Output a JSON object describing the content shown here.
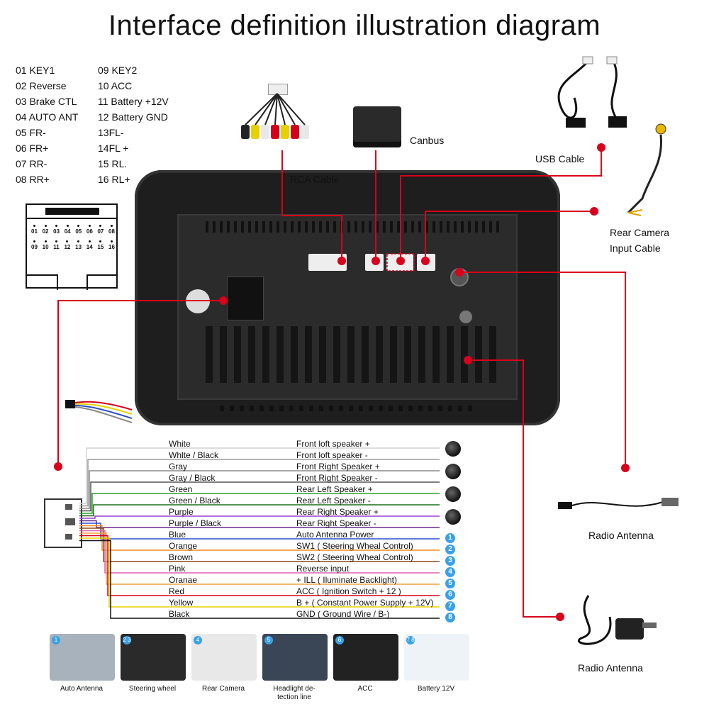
{
  "title": "Interface definition illustration diagram",
  "pin_list_left": [
    "01 KEY1",
    "02 Reverse",
    "03 Brake CTL",
    "04 AUTO ANT",
    "05 FR-",
    "06 FR+",
    "07 RR-",
    "08 RR+"
  ],
  "pin_list_right": [
    "09 KEY2",
    "10 ACC",
    "11 Battery +12V",
    "12 Battery GND",
    "13FL-",
    "14FL +",
    "15 RL.",
    "16 RL+"
  ],
  "connector_top_row": [
    "01",
    "02",
    "03",
    "04",
    "05",
    "06",
    "07",
    "08"
  ],
  "connector_bottom_row": [
    "09",
    "10",
    "11",
    "12",
    "13",
    "14",
    "15",
    "16"
  ],
  "callouts": {
    "rca": "RCA Cable",
    "canbus": "Canbus",
    "usb": "USB Cable",
    "rear_camera": [
      "Rear Camera",
      "Input Cable"
    ],
    "radio_antenna_1": "Radio Antenna",
    "radio_antenna_2": "Radio Antenna"
  },
  "wires": [
    {
      "name": "White",
      "func": "Front loft speaker  +",
      "color": "#d0d0d0",
      "badge": ""
    },
    {
      "name": "Whlte / Black",
      "func": "Front loft speaker  -",
      "color": "#9a9a9a",
      "badge": ""
    },
    {
      "name": "Gray",
      "func": "Front Right Speaker +",
      "color": "#888888",
      "badge": ""
    },
    {
      "name": "Gray / Black",
      "func": "Front Right Speaker -",
      "color": "#555555",
      "badge": ""
    },
    {
      "name": "Green",
      "func": "Rear Left Speaker +",
      "color": "#2aa52a",
      "badge": ""
    },
    {
      "name": "Green / Black",
      "func": "Rear Left Speaker -",
      "color": "#1c6e1c",
      "badge": ""
    },
    {
      "name": "Purple",
      "func": "Rear Right Speaker +",
      "color": "#9b3fd0",
      "badge": ""
    },
    {
      "name": "Purple / Black",
      "func": "Rear Right Speaker -",
      "color": "#6a2a90",
      "badge": ""
    },
    {
      "name": "Blue",
      "func": "Auto Antenna Power",
      "color": "#2a4fd0",
      "badge": "1"
    },
    {
      "name": "Orange",
      "func": "SW1 ( Steering Wheal Control)",
      "color": "#f08a1c",
      "badge": "2"
    },
    {
      "name": "Brown",
      "func": "SW2 ( Steering Wheal Control)",
      "color": "#8a4a1c",
      "badge": "3"
    },
    {
      "name": "Pink",
      "func": "Reverse input",
      "color": "#e060b0",
      "badge": "4"
    },
    {
      "name": "Oranae",
      "func": "+ ILL ( Iluminate Backlight)",
      "color": "#f0a040",
      "badge": "5"
    },
    {
      "name": "Red",
      "func": "ACC ( Ignition Switch + 12 )",
      "color": "#d8001a",
      "badge": "6"
    },
    {
      "name": "Yellow",
      "func": "B + ( Constant Power Supply + 12V)",
      "color": "#e8d000",
      "badge": "7"
    },
    {
      "name": "Black",
      "func": "GND ( Ground Wire / B-)",
      "color": "#111111",
      "badge": "8"
    }
  ],
  "thumbnails": [
    {
      "badge": "1",
      "label": "Auto Antenna",
      "bg": "#a8b2bc"
    },
    {
      "badge": "2 3",
      "label": "Steering wheel",
      "bg": "#2a2a2a"
    },
    {
      "badge": "4",
      "label": "Rear Camera",
      "bg": "#e8e8e8"
    },
    {
      "badge": "5",
      "label": "Headlight de-\ntection line",
      "bg": "#3a4656"
    },
    {
      "badge": "6",
      "label": "ACC",
      "bg": "#222222"
    },
    {
      "badge": "7 8",
      "label": "Battery 12V",
      "bg": "#eef3f8"
    }
  ],
  "colors": {
    "callout_line": "#d8001a",
    "badge": "#3aa0e8",
    "panel": "#1e1e1e"
  }
}
